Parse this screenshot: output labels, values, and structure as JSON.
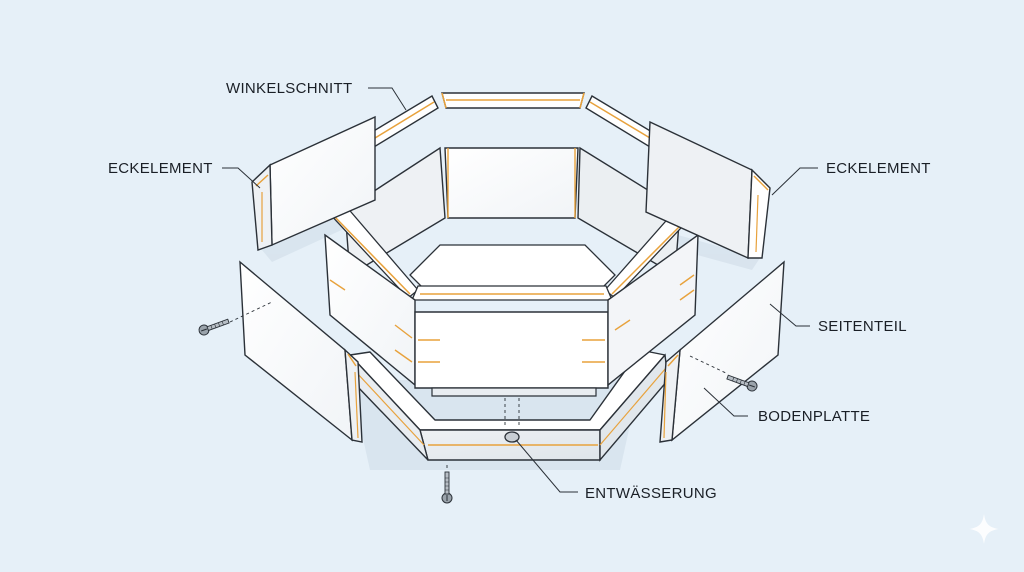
{
  "labels": {
    "winkelschnitt": "WINKELSCHNITT",
    "eckelement_left": "ECKELEMENT",
    "eckelement_right": "ECKELEMENT",
    "seitenteil": "SEITENTEIL",
    "bodenplatte": "BODENPLATTE",
    "entwaesserung": "ENTWÄSSERUNG"
  },
  "colors": {
    "background": "#e6f0f8",
    "board_face": "#ffffff",
    "board_side": "#e9edf1",
    "board_shadow": "#d5dee6",
    "edge_accent": "#e8a23c",
    "outline": "#2b3138"
  },
  "icons": [
    "screw-icon",
    "sparkle-icon"
  ]
}
